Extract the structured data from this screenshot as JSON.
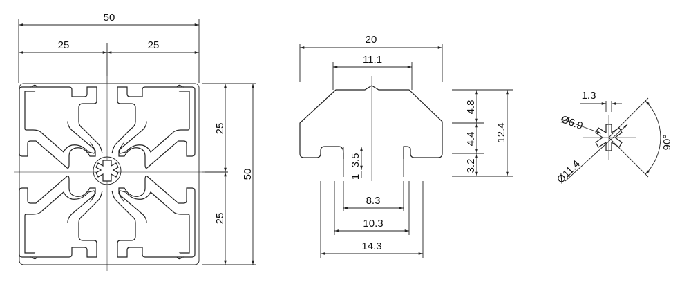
{
  "colors": {
    "line": "#222222",
    "background": "#ffffff"
  },
  "profile_view": {
    "overall_width": "50",
    "half_width_left": "25",
    "half_width_right": "25",
    "overall_height": "50",
    "half_height_top": "25",
    "half_height_bottom": "25"
  },
  "slot_view": {
    "top_width": "20",
    "lip_width": "11.1",
    "depth_top": "4.8",
    "depth_mid": "4.4",
    "depth_bottom": "3.2",
    "total_depth": "12.4",
    "slot_depth": "3.5",
    "lip_thickness": "1",
    "opening_width": "8.3",
    "inner_width": "10.3",
    "outer_width": "14.3"
  },
  "core_view": {
    "rib_width": "1.3",
    "inner_diameter": "Ø6.9",
    "outer_diameter": "Ø11.4",
    "angle": "90°"
  }
}
